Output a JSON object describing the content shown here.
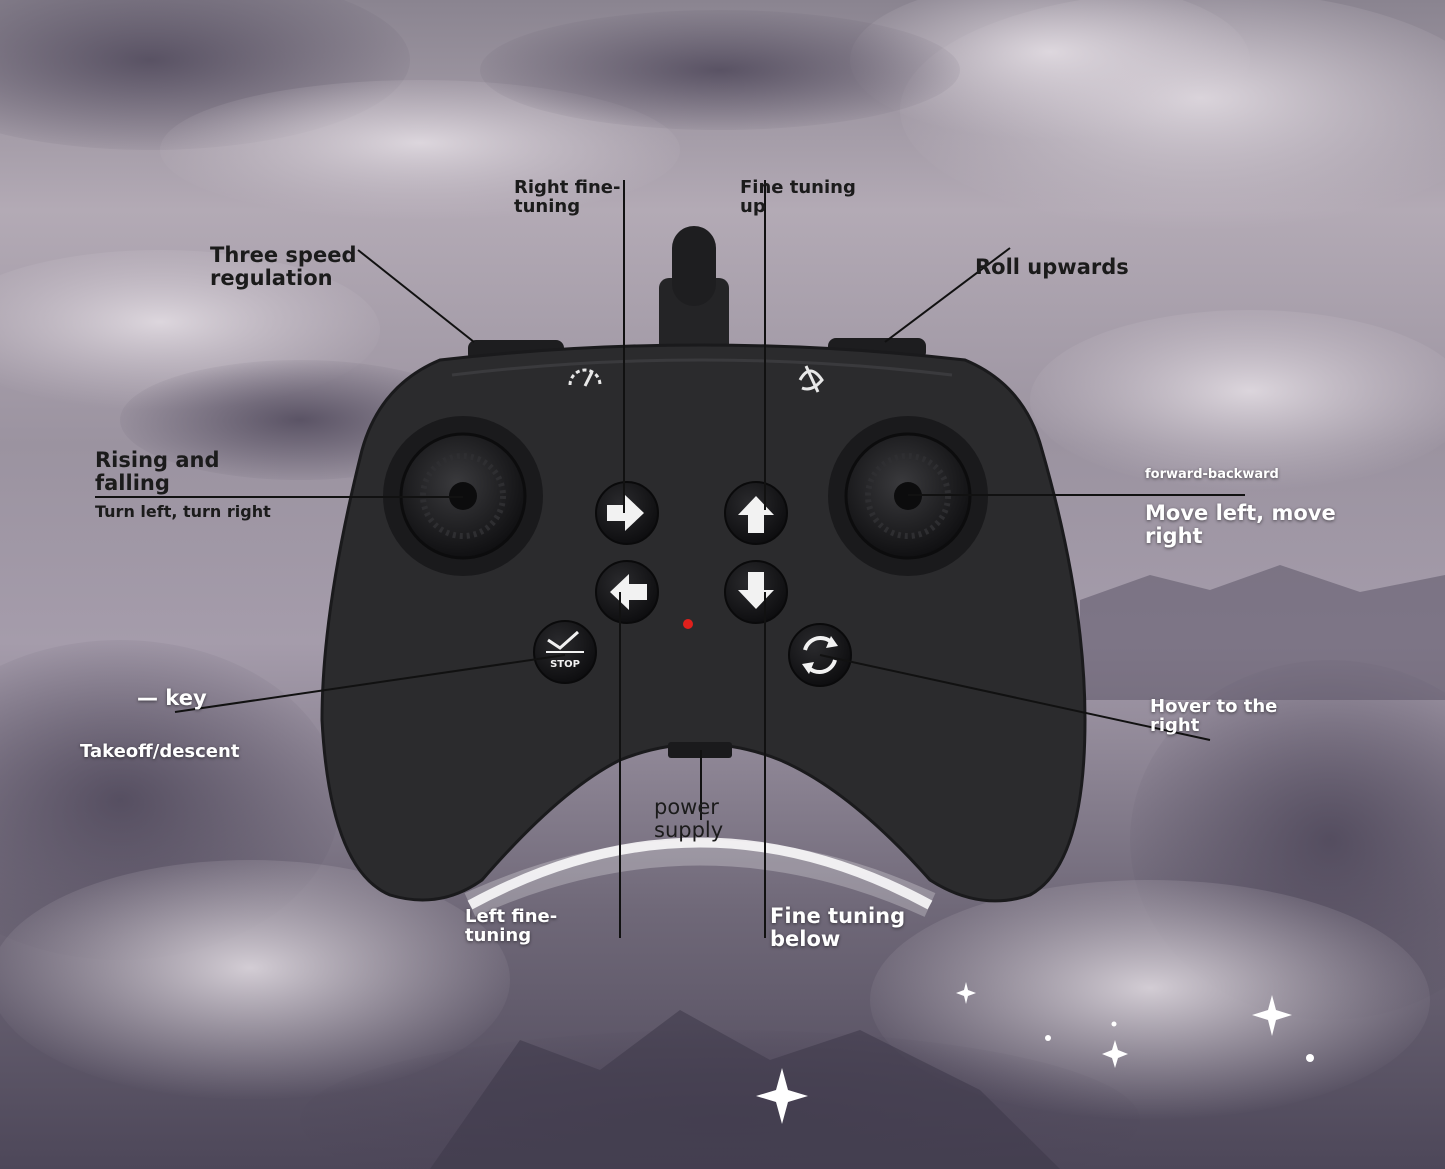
{
  "colors": {
    "controller_body": "#2b2b2d",
    "button_face": "#151517",
    "arrow_fill": "#f2f2f2",
    "indicator_led": "#e0201c",
    "leader_line": "#111111"
  },
  "icons": {
    "speed_dial": "speed-dial-icon",
    "flip": "flip-icon",
    "arrow_right": "arrow-right-icon",
    "arrow_up": "arrow-up-icon",
    "arrow_left": "arrow-left-icon",
    "arrow_down": "arrow-down-icon",
    "takeoff_stop": "takeoff-stop-icon",
    "hover_rotate": "rotate-icon"
  },
  "stop_button_text": "STOP",
  "labels": {
    "three_speed": "Three speed\nregulation",
    "right_fine": "Right fine-\ntuning",
    "fine_up": "Fine tuning\nup",
    "roll_up": "Roll upwards",
    "rising": "Rising and\nfalling",
    "turn": "Turn left, turn right",
    "fwd_bwd": "forward-backward",
    "move_lr": "Move left, move\nright",
    "one_key": "— key",
    "takeoff": "Takeoff/descent",
    "hover": "Hover to the\nright",
    "power": "power\nsupply",
    "left_fine": "Left fine-\ntuning",
    "fine_below": "Fine tuning\nbelow"
  }
}
